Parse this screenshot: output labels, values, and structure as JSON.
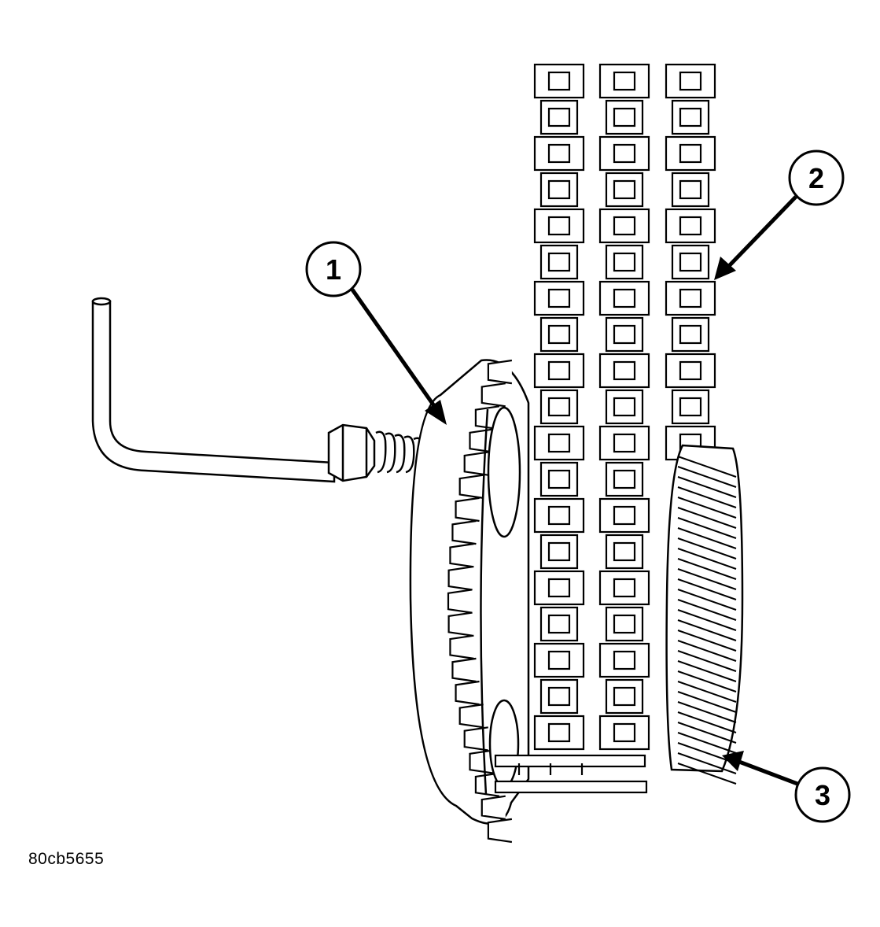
{
  "figure": {
    "code": "80cb5655",
    "callouts": [
      {
        "number": "1",
        "target": "sprocket"
      },
      {
        "number": "2",
        "target": "timing-chain"
      },
      {
        "number": "3",
        "target": "helical-gear"
      }
    ],
    "colors": {
      "line": "#000000",
      "background": "#ffffff"
    }
  }
}
